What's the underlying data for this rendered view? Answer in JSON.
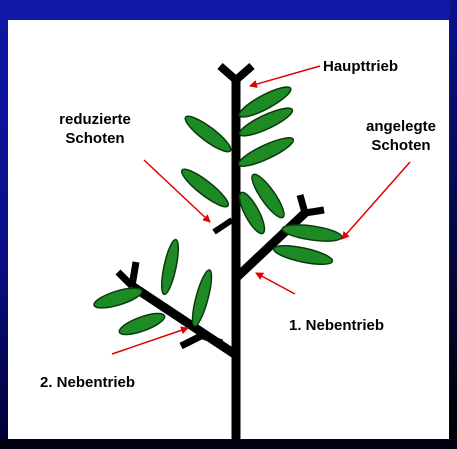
{
  "labels": {
    "main_shoot": "Haupttrieb",
    "reduced_pods_line1": "reduzierte",
    "reduced_pods_line2": "Schoten",
    "set_pods_line1": "angelegte",
    "set_pods_line2": "Schoten",
    "first_side_shoot": "1. Nebentrieb",
    "second_side_shoot": "2. Nebentrieb"
  },
  "colors": {
    "background_top": "#1018a8",
    "background_bottom": "#000034",
    "panel": "#ffffff",
    "stem": "#000000",
    "pod_fill": "#1e8a26",
    "pod_outline": "#0a3a0c",
    "arrow": "#e00000"
  }
}
